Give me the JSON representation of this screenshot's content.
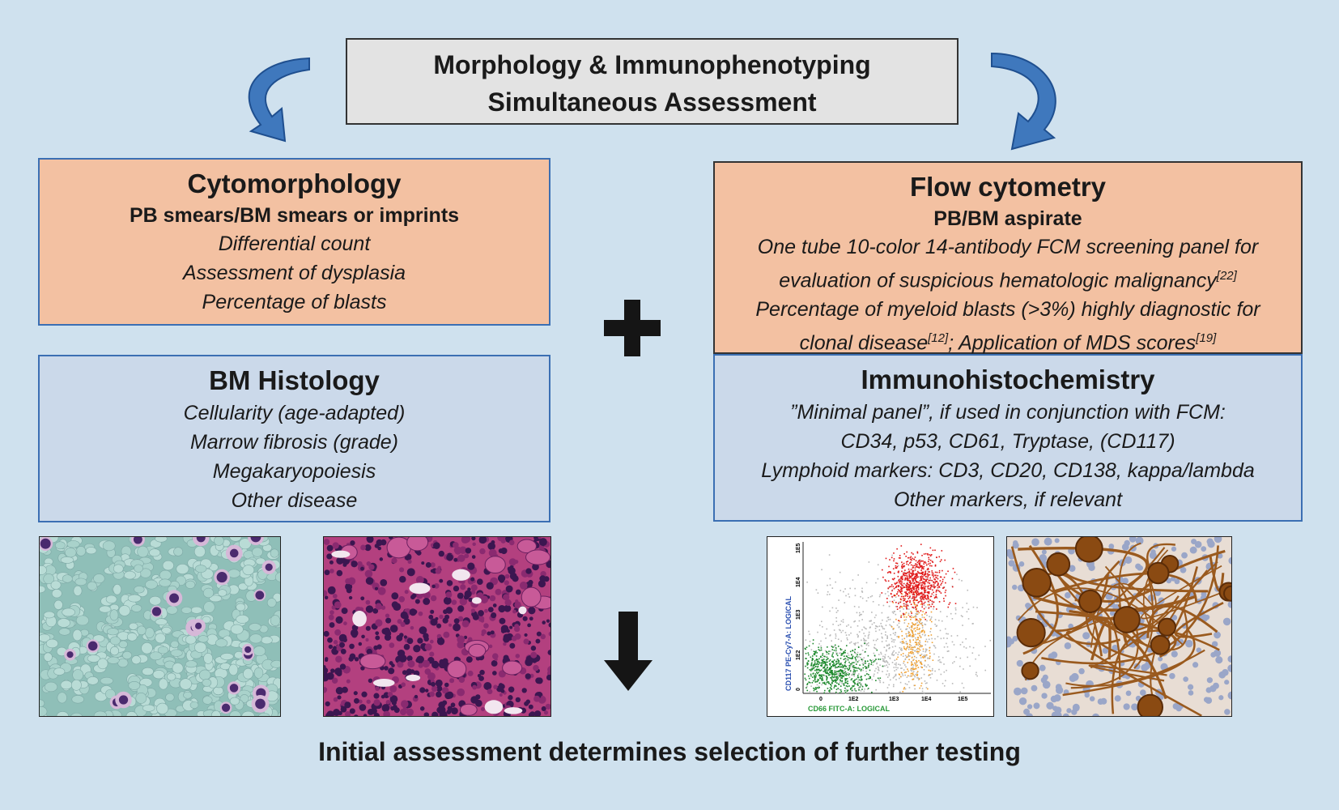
{
  "title": {
    "line1": "Morphology & Immunophenotyping",
    "line2": "Simultaneous Assessment"
  },
  "cytomorphology": {
    "heading": "Cytomorphology",
    "subheading": "PB smears/BM smears or imprints",
    "items": [
      "Differential count",
      "Assessment of dysplasia",
      "Percentage of blasts"
    ]
  },
  "histology": {
    "heading": "BM Histology",
    "items": [
      "Cellularity (age-adapted)",
      "Marrow fibrosis (grade)",
      "Megakaryopoiesis",
      "Other disease"
    ]
  },
  "flow": {
    "heading": "Flow cytometry",
    "subheading": "PB/BM aspirate",
    "line1": "One tube 10-color 14-antibody FCM screening panel for",
    "line2": "evaluation of suspicious hematologic malignancy",
    "ref1": "[22]",
    "line3": "Percentage of myeloid blasts (>3%) highly diagnostic for",
    "line4a": "clonal disease",
    "ref2": "[12]",
    "line4b": "; Application of MDS scores",
    "ref3": "[19]"
  },
  "ihc": {
    "heading": "Immunohistochemistry",
    "items": [
      "”Minimal panel”, if used in conjunction with FCM:",
      "CD34, p53, CD61, Tryptase, (CD117)",
      "Lymphoid markers: CD3, CD20, CD138, kappa/lambda",
      "Other markers, if relevant"
    ]
  },
  "plot": {
    "ylabel": "CD117 PE-Cy7-A: LOGICAL",
    "xlabel": "CD66 FITC-A: LOGICAL",
    "xticks": [
      "0",
      "1E2",
      "1E3",
      "1E4",
      "1E5"
    ],
    "yticks": [
      "0",
      "1E2",
      "1E3",
      "1E4",
      "1E5"
    ]
  },
  "footer": "Initial assessment determines selection of further testing",
  "colors": {
    "peach": "#f3c1a2",
    "blue_box": "#cbd9ea",
    "arrow_blue": "#3f78bd",
    "background": "#cfe1ee"
  }
}
